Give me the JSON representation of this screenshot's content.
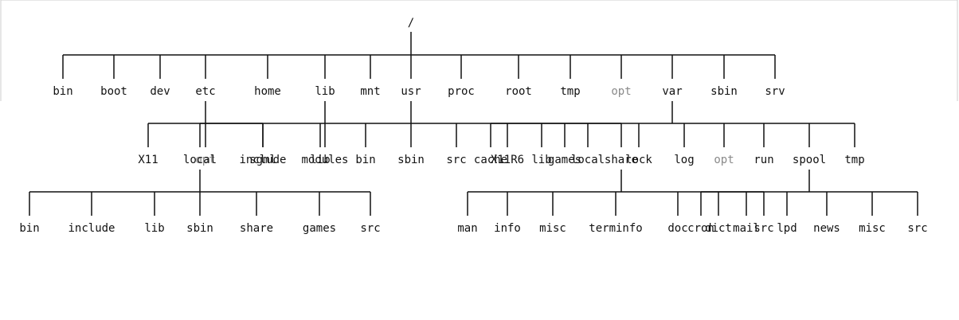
{
  "colors": {
    "line": "#111111",
    "text": "#111111",
    "muted_text": "#8a8a8a"
  },
  "tree": {
    "label": "/",
    "children": [
      {
        "label": "bin"
      },
      {
        "label": "boot"
      },
      {
        "label": "dev"
      },
      {
        "label": "etc",
        "children": [
          {
            "label": "X11"
          },
          {
            "label": "opt",
            "muted": true
          },
          {
            "label": "sgml"
          }
        ]
      },
      {
        "label": "home"
      },
      {
        "label": "lib",
        "children": [
          {
            "label": "modules"
          }
        ]
      },
      {
        "label": "mnt"
      },
      {
        "label": "usr",
        "children": [
          {
            "label": "local",
            "children": [
              {
                "label": "bin"
              },
              {
                "label": "include"
              },
              {
                "label": "lib"
              },
              {
                "label": "sbin"
              },
              {
                "label": "share"
              },
              {
                "label": "games"
              },
              {
                "label": "src"
              }
            ]
          },
          {
            "label": "include"
          },
          {
            "label": "lib"
          },
          {
            "label": "bin"
          },
          {
            "label": "sbin"
          },
          {
            "label": "src"
          },
          {
            "label": "X11R6"
          },
          {
            "label": "games"
          },
          {
            "label": "share",
            "children": [
              {
                "label": "man"
              },
              {
                "label": "info"
              },
              {
                "label": "misc"
              },
              {
                "label": "terminfo"
              },
              {
                "label": "doc"
              },
              {
                "label": "dict"
              },
              {
                "label": "src"
              }
            ]
          }
        ]
      },
      {
        "label": "proc"
      },
      {
        "label": "root"
      },
      {
        "label": "tmp"
      },
      {
        "label": "opt",
        "muted": true
      },
      {
        "label": "var",
        "children": [
          {
            "label": "cache"
          },
          {
            "label": "lib"
          },
          {
            "label": "local"
          },
          {
            "label": "lock"
          },
          {
            "label": "log"
          },
          {
            "label": "opt",
            "muted": true
          },
          {
            "label": "run"
          },
          {
            "label": "spool",
            "children": [
              {
                "label": "cron"
              },
              {
                "label": "mail"
              },
              {
                "label": "lpd"
              },
              {
                "label": "news"
              },
              {
                "label": "misc"
              },
              {
                "label": "src"
              }
            ]
          },
          {
            "label": "tmp"
          }
        ]
      },
      {
        "label": "sbin"
      },
      {
        "label": "srv"
      }
    ]
  }
}
